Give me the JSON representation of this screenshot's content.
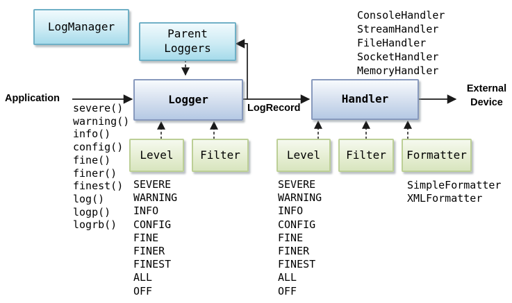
{
  "boxes": {
    "logmanager": "LogManager",
    "parent_loggers": "Parent\nLoggers",
    "logger": "Logger",
    "handler": "Handler",
    "logger_level": "Level",
    "logger_filter": "Filter",
    "handler_level": "Level",
    "handler_filter": "Filter",
    "formatter": "Formatter"
  },
  "labels": {
    "application": "Application",
    "log_record": "LogRecord",
    "external_device": "External\nDevice"
  },
  "lists": {
    "handler_types": [
      "ConsoleHandler",
      "StreamHandler",
      "FileHandler",
      "SocketHandler",
      "MemoryHandler"
    ],
    "logger_methods": [
      "severe()",
      "warning()",
      "info()",
      "config()",
      "fine()",
      "finer()",
      "finest()",
      "log()",
      "logp()",
      "logrb()"
    ],
    "levels": [
      "SEVERE",
      "WARNING",
      "INFO",
      "CONFIG",
      "FINE",
      "FINER",
      "FINEST",
      "ALL",
      "OFF"
    ],
    "formatter_types": [
      "SimpleFormatter",
      "XMLFormatter"
    ]
  },
  "colors": {
    "cyan_box_fill_top": "#f0fafd",
    "cyan_box_fill_bottom": "#a6dbeb",
    "cyan_box_border": "#6fb0c6",
    "blue_box_fill_top": "#f7fafd",
    "blue_box_fill_bottom": "#b5c9e4",
    "blue_box_border": "#8799bd",
    "green_box_fill_top": "#f5f9ee",
    "green_box_fill_bottom": "#d8e5bf",
    "green_box_border": "#bccf96",
    "connector": "#1a1a1a",
    "text": "#000000",
    "background": "#ffffff"
  }
}
